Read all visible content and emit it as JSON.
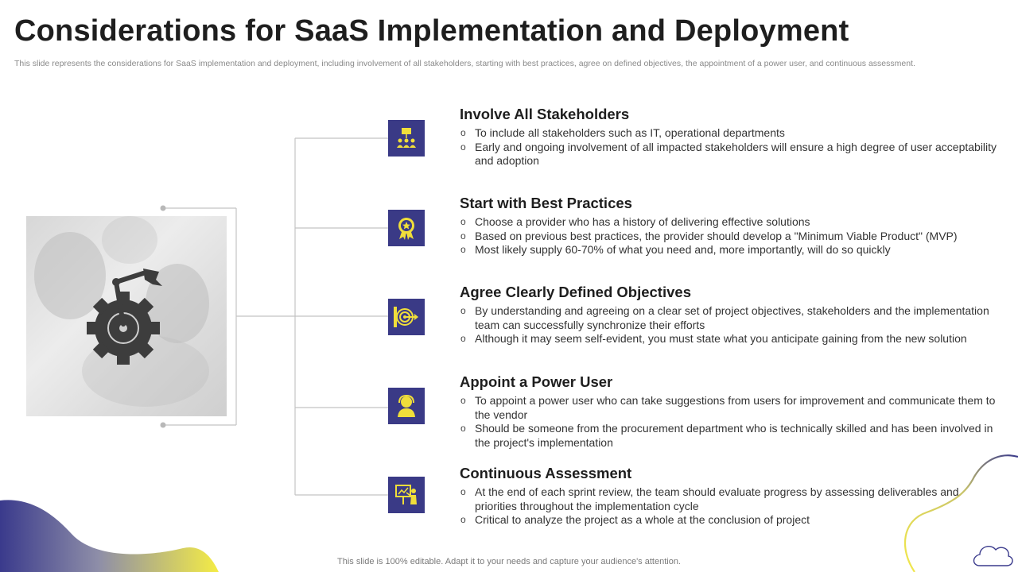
{
  "title": "Considerations for SaaS Implementation and Deployment",
  "subtitle": "This slide represents the considerations for SaaS implementation and deployment, including involvement of all stakeholders, starting with best practices, agree on defined objectives, the appointment of a power user, and continuous assessment.",
  "footer": "This slide is 100% editable. Adapt it to your needs and capture your audience's attention.",
  "colors": {
    "accent_dark": "#3a3a86",
    "accent_yellow": "#f2e84b",
    "icon_fill": "#f0de3a"
  },
  "items": [
    {
      "icon": "hierarchy-icon",
      "heading": "Involve All Stakeholders",
      "bullets": [
        "To include all stakeholders such as IT, operational departments",
        "Early and ongoing involvement of all impacted stakeholders will ensure a high degree of user acceptability and adoption"
      ]
    },
    {
      "icon": "award-badge-icon",
      "heading": "Start with Best Practices",
      "bullets": [
        "Choose a provider who has a history of delivering effective solutions",
        "Based on previous best practices, the provider should develop a \"Minimum Viable Product\" (MVP)",
        "Most likely supply 60-70% of what you need and, more importantly, will do so quickly"
      ]
    },
    {
      "icon": "target-icon",
      "heading": "Agree Clearly Defined Objectives",
      "bullets": [
        "By understanding and agreeing on a clear set of project objectives, stakeholders and the implementation team can successfully synchronize their efforts",
        "Although it may seem self-evident, you must state what you anticipate gaining from the new solution"
      ]
    },
    {
      "icon": "user-icon",
      "heading": "Appoint a Power User",
      "bullets": [
        "To appoint a power user who can take suggestions from users for improvement and communicate them to the vendor",
        "Should be someone from the procurement department who is technically skilled and has been involved in the project's implementation"
      ]
    },
    {
      "icon": "presentation-icon",
      "heading": "Continuous Assessment",
      "bullets": [
        "At the end of each sprint review, the team should evaluate progress by assessing deliverables and priorities throughout the implementation cycle",
        "Critical to analyze the project as a whole at the conclusion of project"
      ]
    }
  ]
}
